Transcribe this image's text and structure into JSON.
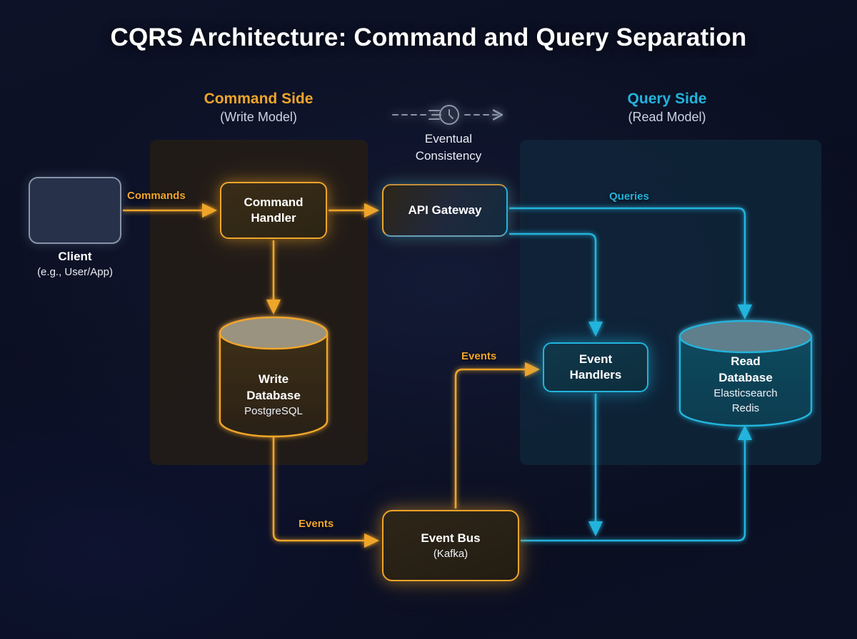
{
  "title": "CQRS Architecture: Command and Query Separation",
  "colors": {
    "background": "#0b0f22",
    "command_accent": "#f0a52a",
    "query_accent": "#22b4dd",
    "client_border": "#8794a8",
    "text": "#ffffff",
    "muted_text": "#ccd3e0"
  },
  "sections": {
    "command": {
      "title": "Command Side",
      "subtitle": "(Write Model)",
      "panel_fill": "#221c17"
    },
    "query": {
      "title": "Query Side",
      "subtitle": "(Read Model)",
      "panel_fill": "#0f2438"
    }
  },
  "eventual_consistency": {
    "icon": "clock-speed-icon",
    "line1": "Eventual",
    "line2": "Consistency"
  },
  "nodes": {
    "client": {
      "icon": "user-icon",
      "label": "Client",
      "sublabel": "(e.g., User/App)"
    },
    "command_handler": {
      "line1": "Command",
      "line2": "Handler"
    },
    "api_gateway": {
      "label": "API Gateway"
    },
    "write_database": {
      "line1": "Write",
      "line2": "Database",
      "tech": "PostgreSQL"
    },
    "read_database": {
      "line1": "Read",
      "line2": "Database",
      "tech1": "Elasticsearch",
      "tech2": "Redis"
    },
    "event_handlers": {
      "line1": "Event",
      "line2": "Handlers"
    },
    "event_bus": {
      "label": "Event Bus",
      "sublabel": "(Kafka)"
    }
  },
  "edges": {
    "commands": "Commands",
    "queries": "Queries",
    "events_to_handlers": "Events",
    "events_to_bus": "Events"
  }
}
